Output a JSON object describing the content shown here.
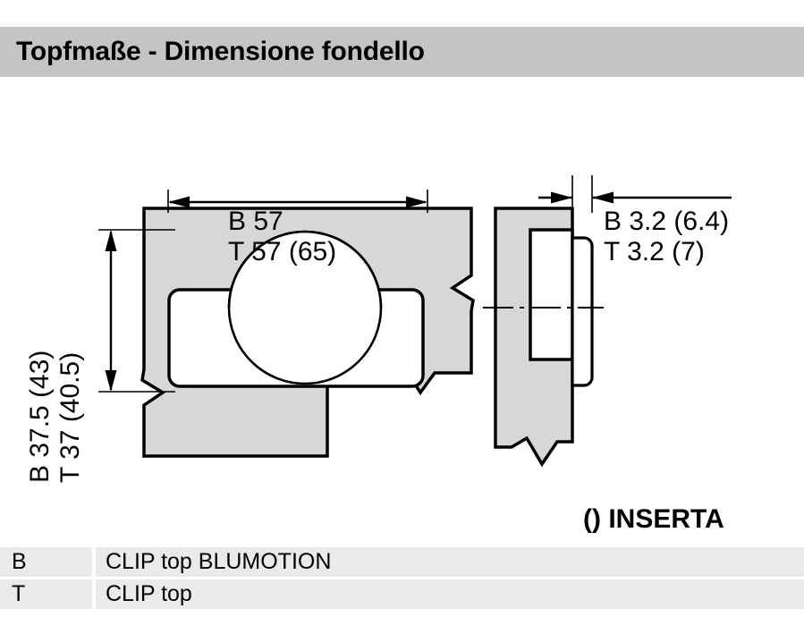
{
  "header": {
    "title": "Topfmaße - Dimensione fondello"
  },
  "drawing": {
    "width_dim_b": "B 57",
    "width_dim_t": "T 57 (65)",
    "depth_dim_b": "B 3.2 (6.4)",
    "depth_dim_t": "T 3.2 (7)",
    "height_dim_b": "B 37.5 (43)",
    "height_dim_t": "T 37 (40.5)",
    "inserta_note": "() INSERTA",
    "colors": {
      "header_band": "#c4c4c4",
      "part_fill": "#d7d7d7",
      "outline": "#000000",
      "legend_row": "#eaeaea",
      "background": "#ffffff"
    }
  },
  "legend": {
    "rows": [
      {
        "key": "B",
        "value": "CLIP top BLUMOTION"
      },
      {
        "key": "T",
        "value": "CLIP top"
      }
    ]
  }
}
